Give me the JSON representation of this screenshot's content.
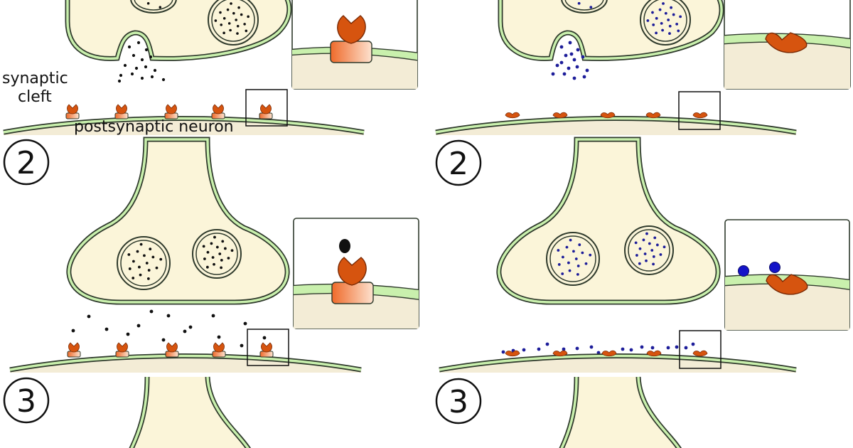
{
  "labels": {
    "synaptic": "synaptic",
    "cleft": "cleft",
    "postsynaptic_neuron": "postsynaptic neuron"
  },
  "steps": {
    "left_2": "2",
    "right_2": "2",
    "left_3": "3",
    "right_3": "3"
  },
  "colors": {
    "cytoplasm": "#fbf5d9",
    "membrane_outer": "#2f3a2c",
    "membrane_fill": "#c9f0ad",
    "receptor": "#d6540f",
    "receptor_base": "#f49a62",
    "neurotransmitter_left": "#111111",
    "neurotransmitter_right": "#1d1d9a",
    "postsynaptic_fill": "#f3ecd6"
  }
}
